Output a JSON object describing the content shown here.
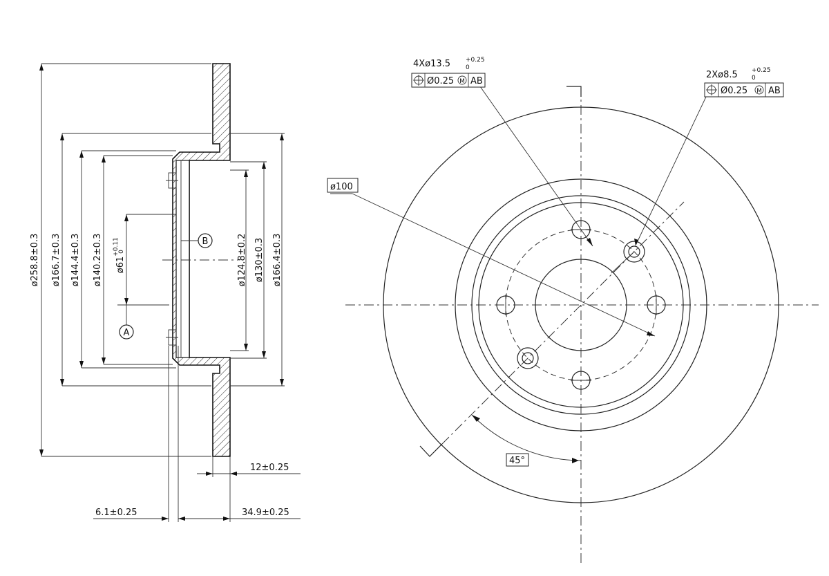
{
  "side_view": {
    "dims_vertical": {
      "d258_8": "ø258.8±0.3",
      "d166_7": "ø166.7±0.3",
      "d144_4": "ø144.4±0.3",
      "d140_2": "ø140.2±0.3",
      "d61": "ø61",
      "d61_tol_upper": "+0.11",
      "d61_tol_lower": "0",
      "d124_8": "ø124.8±0.2",
      "d130": "ø130±0.3",
      "d166_4": "ø166.4±0.3"
    },
    "dims_horizontal": {
      "t12": "12±0.25",
      "t6_1": "6.1±0.25",
      "t34_9": "34.9±0.25"
    },
    "datums": {
      "a": "A",
      "b": "B"
    }
  },
  "front_view": {
    "holes_4x": {
      "label": "4Xø13.5",
      "tol_upper": "+0.25",
      "tol_lower": "0",
      "tol_value": "Ø0.25",
      "modifier": "M",
      "datums": "AB"
    },
    "holes_2x": {
      "label": "2Xø8.5",
      "tol_upper": "+0.25",
      "tol_lower": "0",
      "tol_value": "Ø0.25",
      "modifier": "M",
      "datums": "AB"
    },
    "pcd_label": "ø100",
    "angle_label": "45°"
  }
}
